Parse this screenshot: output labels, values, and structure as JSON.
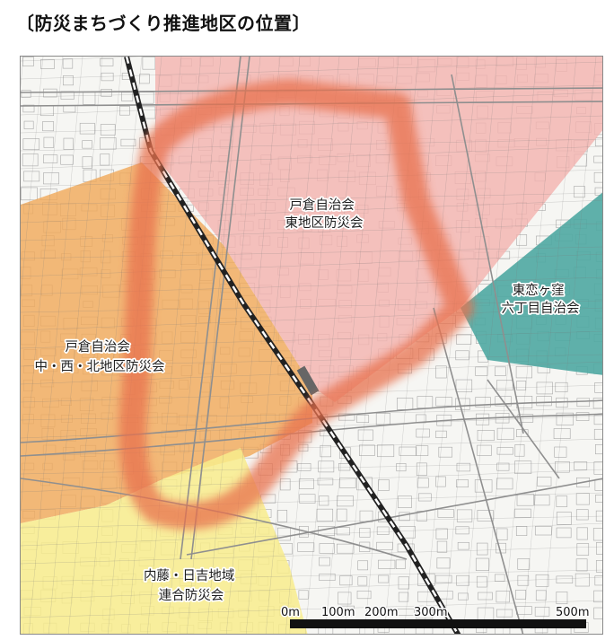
{
  "title": "〔防災まちづくり推進地区の位置〕",
  "areas": [
    {
      "id": "tokura-east",
      "lines": [
        "戸倉自治会",
        "東地区防災会"
      ],
      "color": "#f3b3b0"
    },
    {
      "id": "higashikoigakubo",
      "lines": [
        "東恋ヶ窪",
        "六丁目自治会"
      ],
      "color": "#4fa8a2"
    },
    {
      "id": "tokura-central",
      "lines": [
        "戸倉自治会",
        "中・西・北地区防災会"
      ],
      "color": "#f0aa5c"
    },
    {
      "id": "naito-hiyoshi",
      "lines": [
        "内藤・日吉地域",
        "連合防災会"
      ],
      "color": "#f8ec8c"
    }
  ],
  "district_outline_color": "#e8714e",
  "railway_color": "#222222",
  "scale_bar": {
    "labels": [
      "0m",
      "100m",
      "200m",
      "300m",
      "500m"
    ]
  }
}
